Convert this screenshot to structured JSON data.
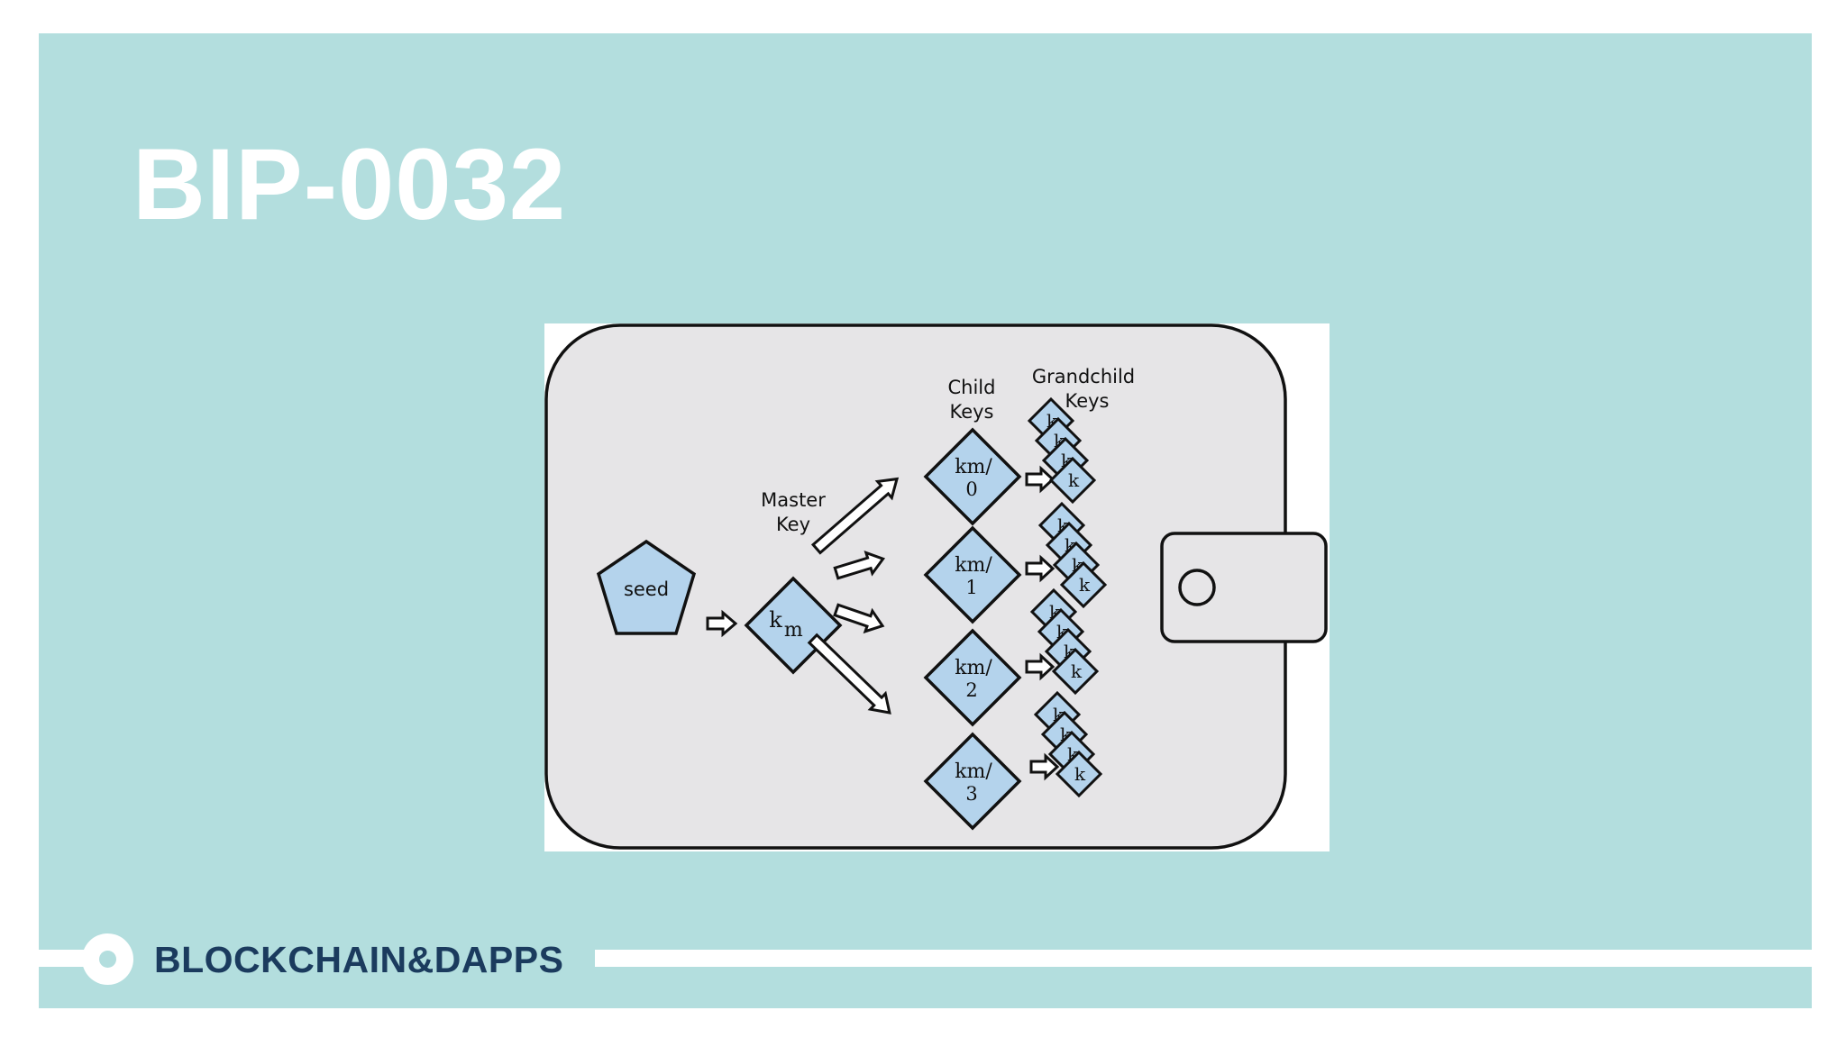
{
  "slide": {
    "title": "BIP-0032",
    "brand": "BLOCKCHAIN&DAPPS"
  },
  "colors": {
    "background": "#b3dede",
    "title_text": "#ffffff",
    "brand_text": "#1b3b5e",
    "wallet_fill": "#e6e5e7",
    "key_fill": "#b4d3ec",
    "outline": "#111111"
  },
  "diagram": {
    "seed_label": "seed",
    "master_heading_line1": "Master",
    "master_heading_line2": "Key",
    "master_key": {
      "base": "k",
      "sub": "m"
    },
    "child_heading_line1": "Child",
    "child_heading_line2": "Keys",
    "grandchild_heading_line1": "Grandchild",
    "grandchild_heading_line2": "Keys",
    "child_keys": [
      {
        "line1": "km/",
        "line2": "0"
      },
      {
        "line1": "km/",
        "line2": "1"
      },
      {
        "line1": "km/",
        "line2": "2"
      },
      {
        "line1": "km/",
        "line2": "3"
      }
    ],
    "grandchild_label": "k"
  }
}
